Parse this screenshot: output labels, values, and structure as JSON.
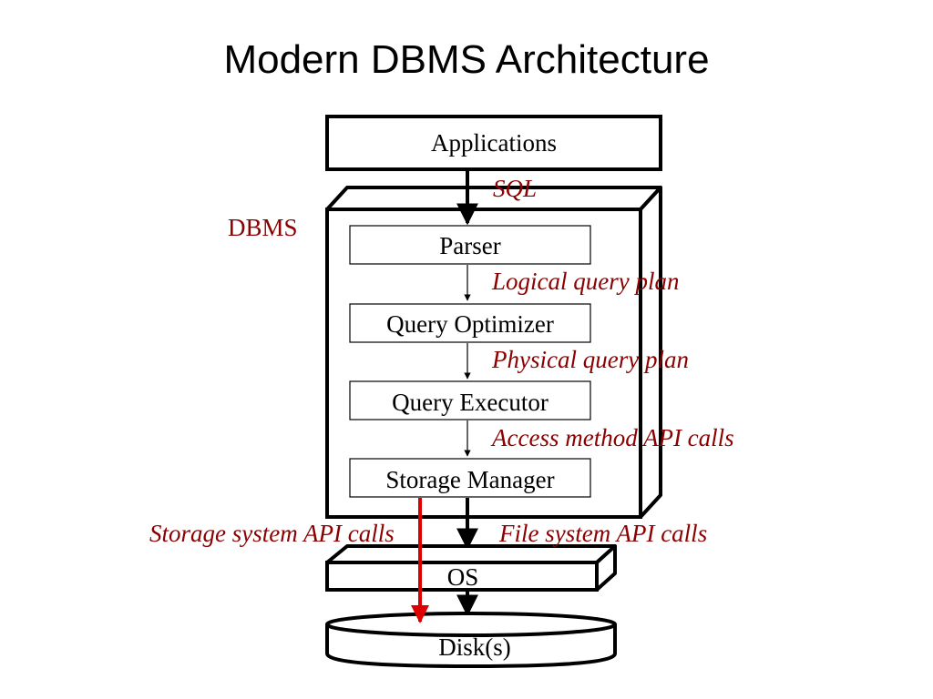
{
  "title": "Modern DBMS Architecture",
  "colors": {
    "annotation": "#8B0000",
    "storage_arrow": "#DD0000",
    "line": "#000000"
  },
  "diagram": {
    "applications": "Applications",
    "dbms_label": "DBMS",
    "components": {
      "parser": "Parser",
      "optimizer": "Query Optimizer",
      "executor": "Query Executor",
      "storage_manager": "Storage Manager"
    },
    "os": "OS",
    "disk": "Disk(s)",
    "annotations": {
      "sql": "SQL",
      "logical_plan": "Logical query plan",
      "physical_plan": "Physical query plan",
      "access_method": "Access method API calls",
      "storage_system": "Storage system API calls",
      "file_system": "File system API calls"
    }
  }
}
